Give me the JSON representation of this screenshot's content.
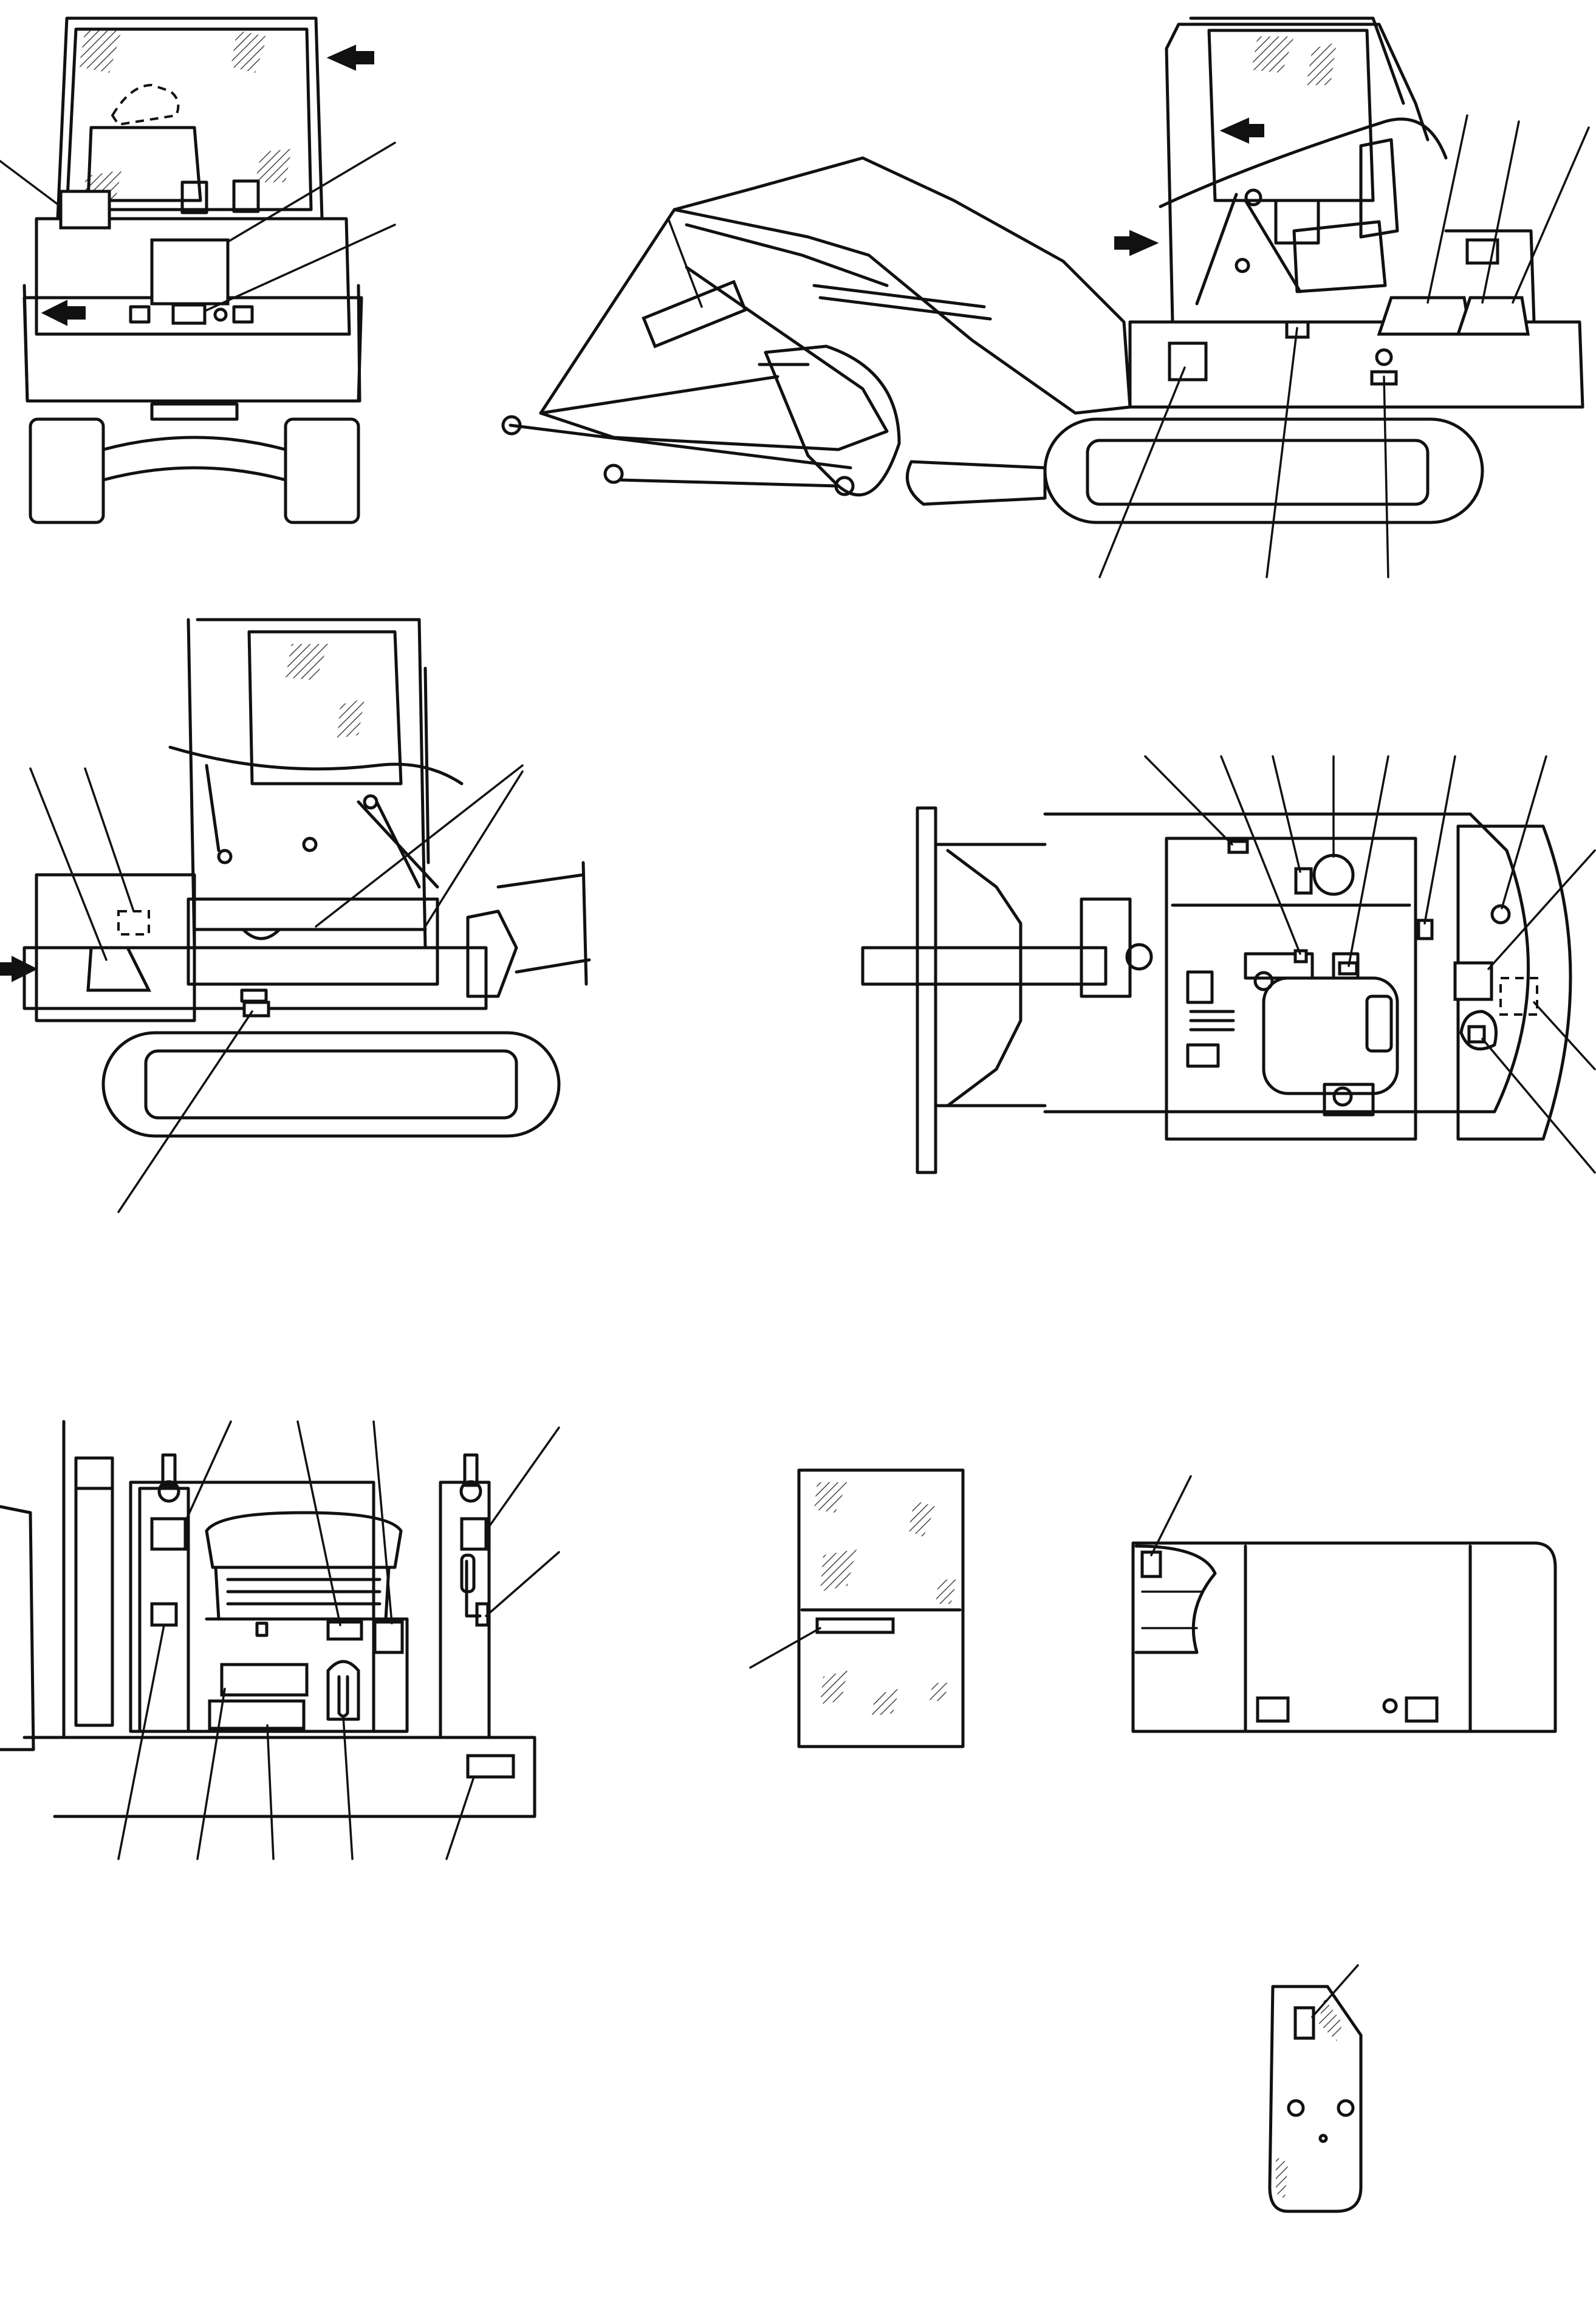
{
  "views": [
    {
      "id": "front-view",
      "label": ""
    },
    {
      "id": "right-side-view",
      "label": ""
    },
    {
      "id": "left-side-view",
      "label": ""
    },
    {
      "id": "top-view",
      "label": ""
    },
    {
      "id": "operator-seat-view",
      "label": ""
    },
    {
      "id": "window-view",
      "label": ""
    },
    {
      "id": "engine-cover-view",
      "label": ""
    },
    {
      "id": "small-cover-view",
      "label": ""
    }
  ],
  "colors": {
    "line": "#111111",
    "background": "#ffffff"
  }
}
